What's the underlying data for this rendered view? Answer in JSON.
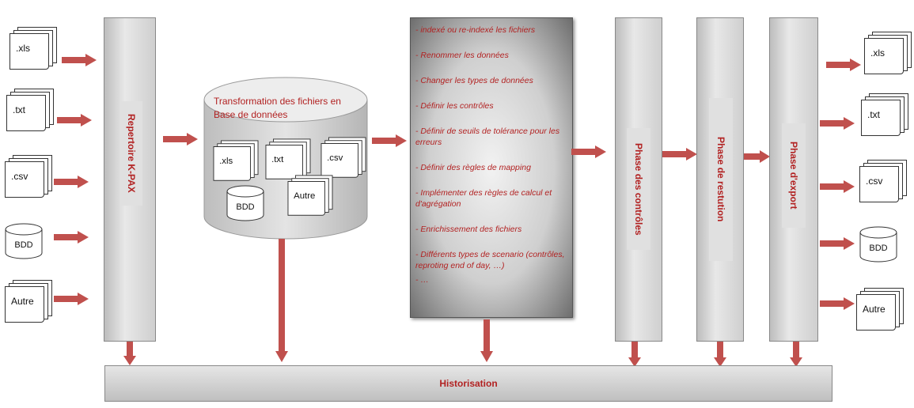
{
  "inputs": [
    ".xls",
    ".txt",
    ".csv",
    "BDD",
    "Autre"
  ],
  "outputs": [
    ".xls",
    ".txt",
    ".csv",
    "BDD",
    "Autre"
  ],
  "repertoire_label": "Repertoire K-PAX",
  "transformation": {
    "title": "Transformation des fichiers en Base de données",
    "items": [
      ".xls",
      ".txt",
      ".csv",
      "BDD",
      "Autre"
    ]
  },
  "steps": [
    "- indexé ou re-indexé les fichiers",
    "- Renommer  les données",
    "- Changer les types de données",
    "- Définir les contrôles",
    "- Définir de seuils de tolérance pour les erreurs",
    "- Définir des règles de mapping",
    "- Implémenter  des règles de calcul et d'agrégation",
    "- Enrichissement  des fichiers",
    "- Différents  types de scenario (contrôles,  reproting  end of day, …)",
    "- …"
  ],
  "phases": [
    "Phase des contrôles",
    "Phase de restution",
    "Phase d'export"
  ],
  "historisation": "Historisation",
  "colors": {
    "accent": "#b22222",
    "arrow": "#c0504d"
  }
}
